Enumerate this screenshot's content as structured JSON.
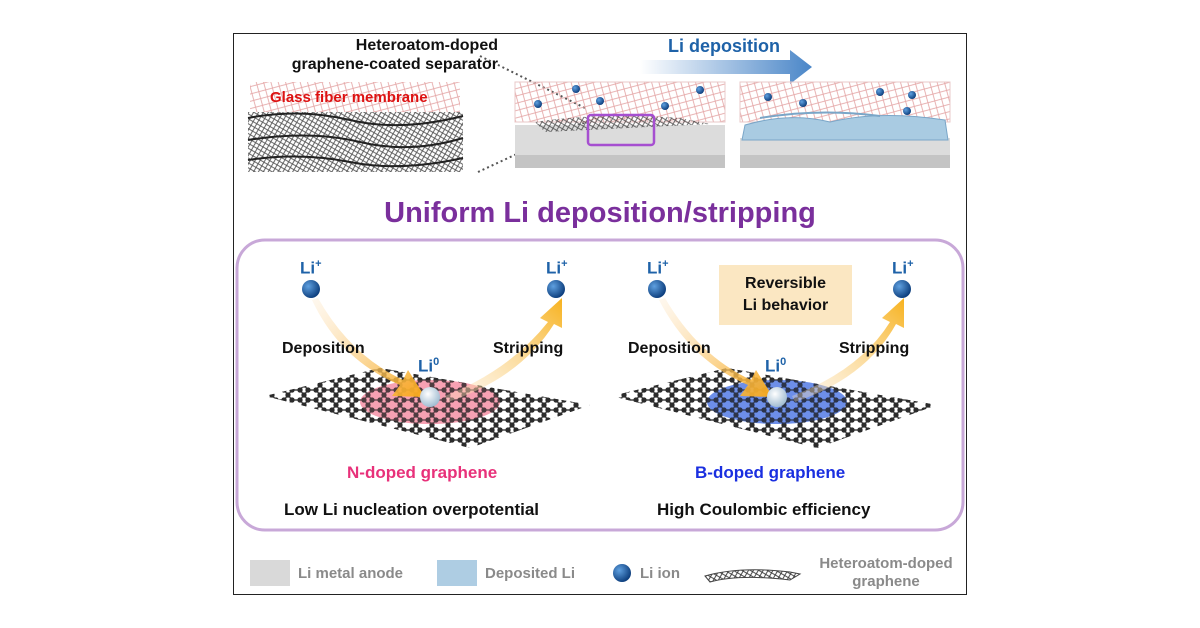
{
  "top": {
    "separator_label_line1": "Heteroatom-doped",
    "separator_label_line2": "graphene-coated separator",
    "glass_fiber_label": "Glass fiber membrane",
    "arrow_label": "Li deposition"
  },
  "title": "Uniform Li deposition/stripping",
  "panels": [
    {
      "li_plus_left": "Li",
      "li_plus_right": "Li",
      "li_zero": "Li",
      "deposition": "Deposition",
      "stripping": "Stripping",
      "doped_name": "N-doped graphene",
      "caption": "Low Li nucleation overpotential",
      "highlight_color": "#f4829a"
    },
    {
      "li_plus_left": "Li",
      "li_plus_right": "Li",
      "li_zero": "Li",
      "deposition": "Deposition",
      "stripping": "Stripping",
      "doped_name": "B-doped graphene",
      "caption": "High Coulombic efficiency",
      "highlight_color": "#2f5fe0"
    }
  ],
  "superscripts": {
    "plus": "+",
    "zero": "0"
  },
  "reversible_box": {
    "line1": "Reversible",
    "line2": "Li behavior"
  },
  "legend": {
    "li_metal_anode": "Li metal anode",
    "deposited_li": "Deposited Li",
    "li_ion": "Li ion",
    "graphene_line1": "Heteroatom-doped",
    "graphene_line2": "graphene"
  },
  "colors": {
    "title_purple": "#7a2f9c",
    "li_blue": "#1e62a8",
    "n_doped_pink": "#e8317a",
    "b_doped_blue": "#1a2fe0",
    "glass_red": "#d11111",
    "box_bg": "#fbe7c2",
    "anode_gray": "#d9d9d9",
    "deposited_blue": "#aecde3"
  }
}
